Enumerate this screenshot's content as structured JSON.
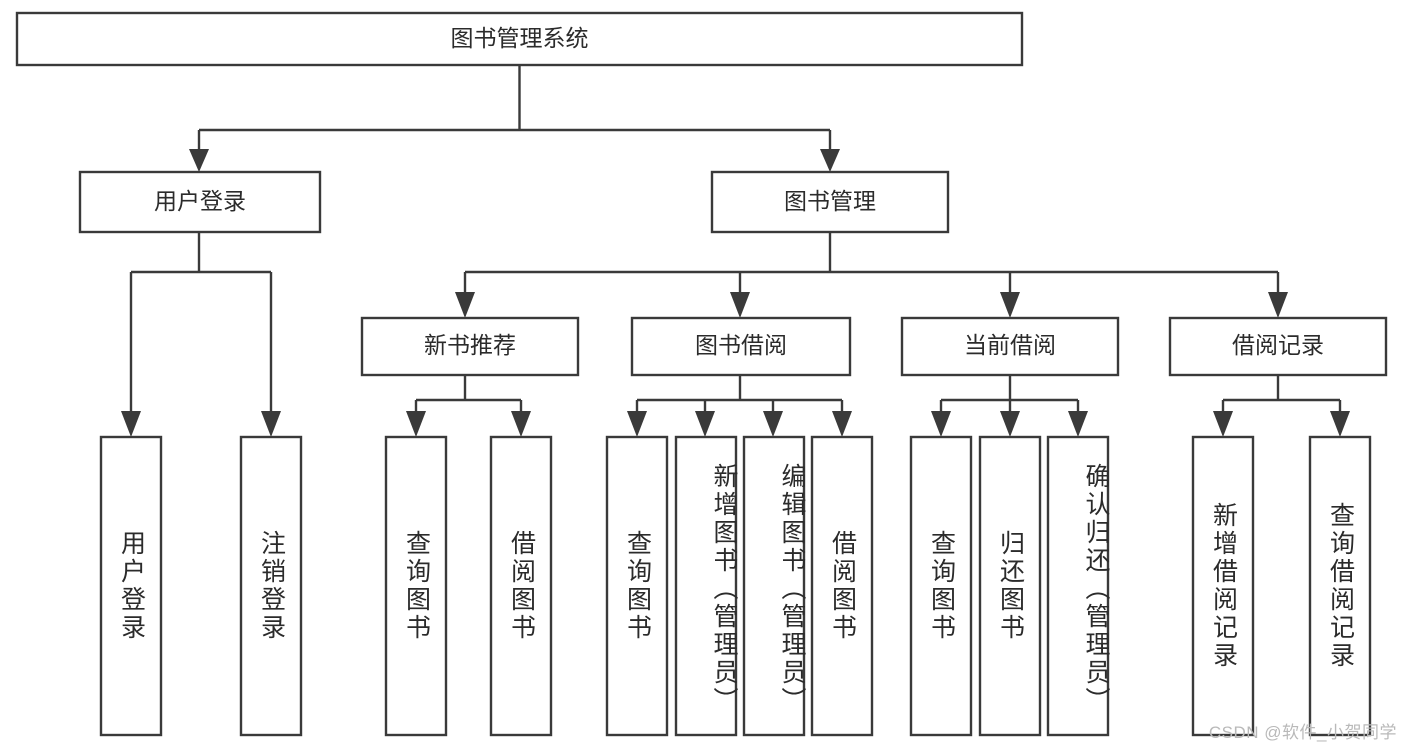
{
  "diagram": {
    "type": "tree-hierarchy",
    "title": "图书管理系统",
    "orientation": "top-down",
    "root": {
      "id": "root",
      "label": "图书管理系统"
    },
    "level1": [
      {
        "id": "user-login",
        "label": "用户登录"
      },
      {
        "id": "book-management",
        "label": "图书管理"
      }
    ],
    "level2": [
      {
        "id": "new-book-recommend",
        "label": "新书推荐",
        "parent": "book-management"
      },
      {
        "id": "book-borrow",
        "label": "图书借阅",
        "parent": "book-management"
      },
      {
        "id": "current-borrow",
        "label": "当前借阅",
        "parent": "book-management"
      },
      {
        "id": "borrow-record",
        "label": "借阅记录",
        "parent": "book-management"
      }
    ],
    "leaves": [
      {
        "id": "leaf-user-login",
        "label": "用户登录",
        "parent": "user-login"
      },
      {
        "id": "leaf-logout-login",
        "label": "注销登录",
        "parent": "user-login"
      },
      {
        "id": "leaf-query-book-1",
        "label": "查询图书",
        "parent": "new-book-recommend"
      },
      {
        "id": "leaf-borrow-book-1",
        "label": "借阅图书",
        "parent": "new-book-recommend"
      },
      {
        "id": "leaf-query-book-2",
        "label": "查询图书",
        "parent": "book-borrow"
      },
      {
        "id": "leaf-add-book",
        "label": "新增图书（管理员）",
        "parent": "book-borrow"
      },
      {
        "id": "leaf-edit-book",
        "label": "编辑图书（管理员）",
        "parent": "book-borrow"
      },
      {
        "id": "leaf-borrow-book-2",
        "label": "借阅图书",
        "parent": "book-borrow"
      },
      {
        "id": "leaf-query-book-3",
        "label": "查询图书",
        "parent": "current-borrow"
      },
      {
        "id": "leaf-return-book",
        "label": "归还图书",
        "parent": "current-borrow"
      },
      {
        "id": "leaf-confirm-return",
        "label": "确认归还（管理员）",
        "parent": "current-borrow"
      },
      {
        "id": "leaf-add-record",
        "label": "新增借阅记录",
        "parent": "borrow-record"
      },
      {
        "id": "leaf-query-record",
        "label": "查询借阅记录",
        "parent": "borrow-record"
      }
    ]
  },
  "watermark": {
    "text": "CSDN @软件_小贺同学"
  },
  "colors": {
    "box_stroke": "#3a3a3a",
    "box_fill": "#ffffff",
    "text": "#2b2b2b",
    "background": "#ffffff",
    "watermark": "#b9b9b9"
  }
}
